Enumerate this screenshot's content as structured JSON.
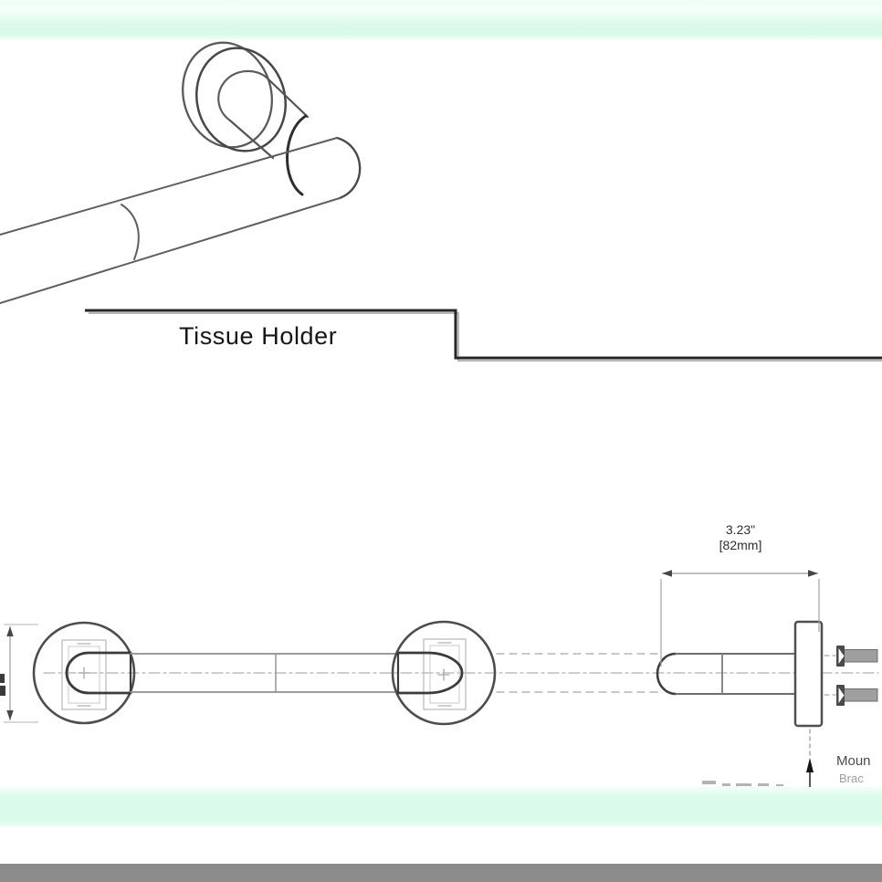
{
  "title_block": {
    "label": "Tissue Holder"
  },
  "dimensions": {
    "width_dim": {
      "inches": "3.23\"",
      "millimeters": "[82mm]"
    }
  },
  "annotations": {
    "mounting_label_line1": "Moun",
    "mounting_label_line2": "Brac"
  },
  "colors": {
    "band_green": "#d9fbe9",
    "footer_gray": "#8c8c8c",
    "line_dark": "#3f3f3f",
    "line_medium": "#6e6e6e",
    "line_light": "#9f9f9f",
    "centerline": "#ababab",
    "background": "#ffffff"
  }
}
